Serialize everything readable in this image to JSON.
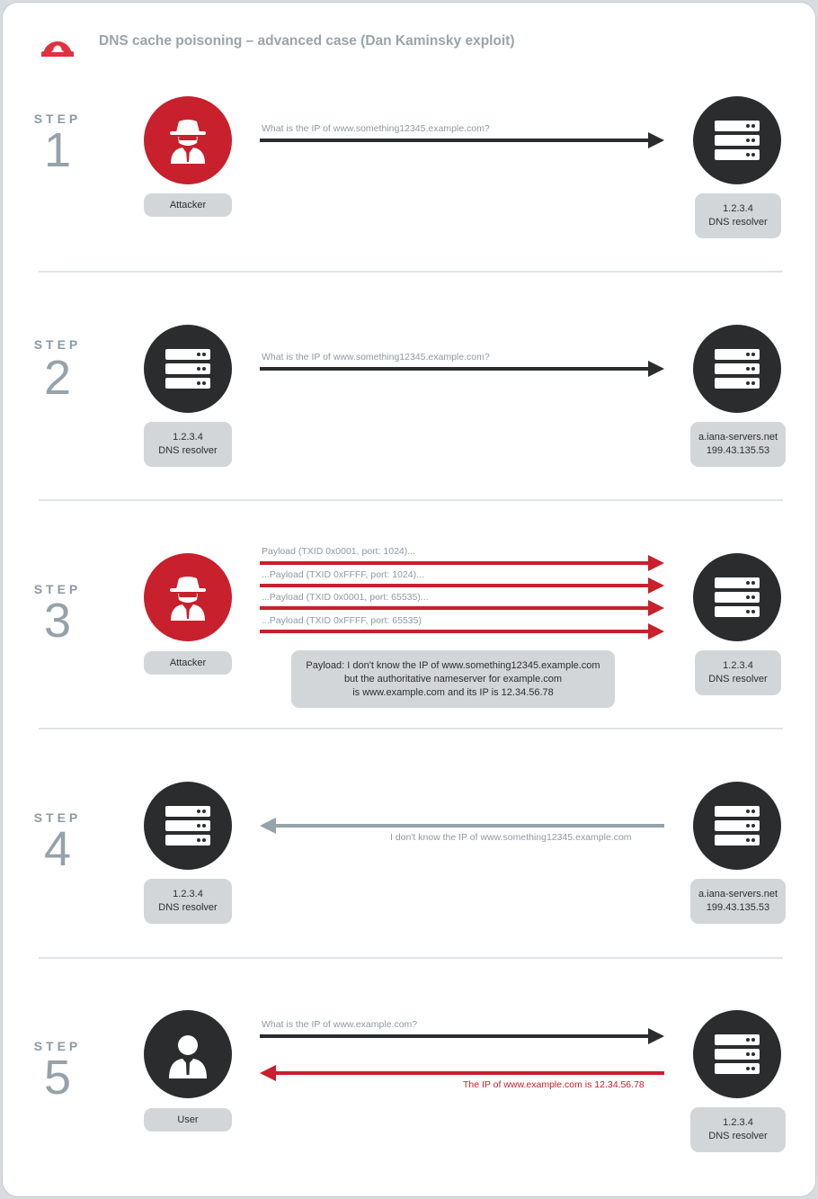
{
  "title": "DNS cache poisoning – advanced case (Dan Kaminsky exploit)",
  "step_label": "STEP",
  "steps": [
    {
      "number": "1",
      "left": {
        "icon": "spy-icon",
        "color": "red",
        "tag": [
          "Attacker"
        ]
      },
      "right": {
        "icon": "server-icon",
        "color": "dark",
        "tag": [
          "1.2.3.4",
          "DNS resolver"
        ]
      },
      "messages": [
        {
          "text": "What is the IP of www.something12345.example.com?",
          "direction": "right",
          "color": "#2a2c2e"
        }
      ]
    },
    {
      "number": "2",
      "left": {
        "icon": "server-icon",
        "color": "dark",
        "tag": [
          "1.2.3.4",
          "DNS resolver"
        ]
      },
      "right": {
        "icon": "server-icon",
        "color": "dark",
        "tag": [
          "a.iana-servers.net",
          "199.43.135.53"
        ]
      },
      "messages": [
        {
          "text": "What is the IP of www.something12345.example.com?",
          "direction": "right",
          "color": "#2a2c2e"
        }
      ]
    },
    {
      "number": "3",
      "left": {
        "icon": "spy-icon",
        "color": "red",
        "tag": [
          "Attacker"
        ]
      },
      "right": {
        "icon": "server-icon",
        "color": "dark",
        "tag": [
          "1.2.3.4",
          "DNS resolver"
        ]
      },
      "messages": [
        {
          "text": "Payload (TXID 0x0001, port: 1024)...",
          "direction": "right",
          "color": "#c8202c"
        },
        {
          "text": "...Payload (TXID 0xFFFF, port: 1024)...",
          "direction": "right",
          "color": "#c8202c"
        },
        {
          "text": "...Payload (TXID 0x0001, port: 65535)...",
          "direction": "right",
          "color": "#c8202c"
        },
        {
          "text": "...Payload (TXID 0xFFFF, port: 65535)",
          "direction": "right",
          "color": "#c8202c"
        }
      ],
      "payload_box": [
        "Payload: I don't know the IP of www.something12345.example.com",
        "but the authoritative nameserver for example.com",
        "is www.example.com and its IP is 12.34.56.78"
      ]
    },
    {
      "number": "4",
      "left": {
        "icon": "server-icon",
        "color": "dark",
        "tag": [
          "1.2.3.4",
          "DNS resolver"
        ]
      },
      "right": {
        "icon": "server-icon",
        "color": "dark",
        "tag": [
          "a.iana-servers.net",
          "199.43.135.53"
        ]
      },
      "messages": [
        {
          "text": "I don't know the IP of www.something12345.example.com",
          "direction": "left",
          "color": "#95a2aa"
        }
      ]
    },
    {
      "number": "5",
      "left": {
        "icon": "user-icon",
        "color": "dark",
        "tag": [
          "User"
        ]
      },
      "right": {
        "icon": "server-icon",
        "color": "dark",
        "tag": [
          "1.2.3.4",
          "DNS resolver"
        ]
      },
      "messages": [
        {
          "text": "What is the IP of www.example.com?",
          "direction": "right",
          "color": "#2a2c2e"
        },
        {
          "text": "The IP of www.example.com is 12.34.56.78",
          "direction": "left",
          "color": "#c8202c"
        }
      ]
    }
  ]
}
